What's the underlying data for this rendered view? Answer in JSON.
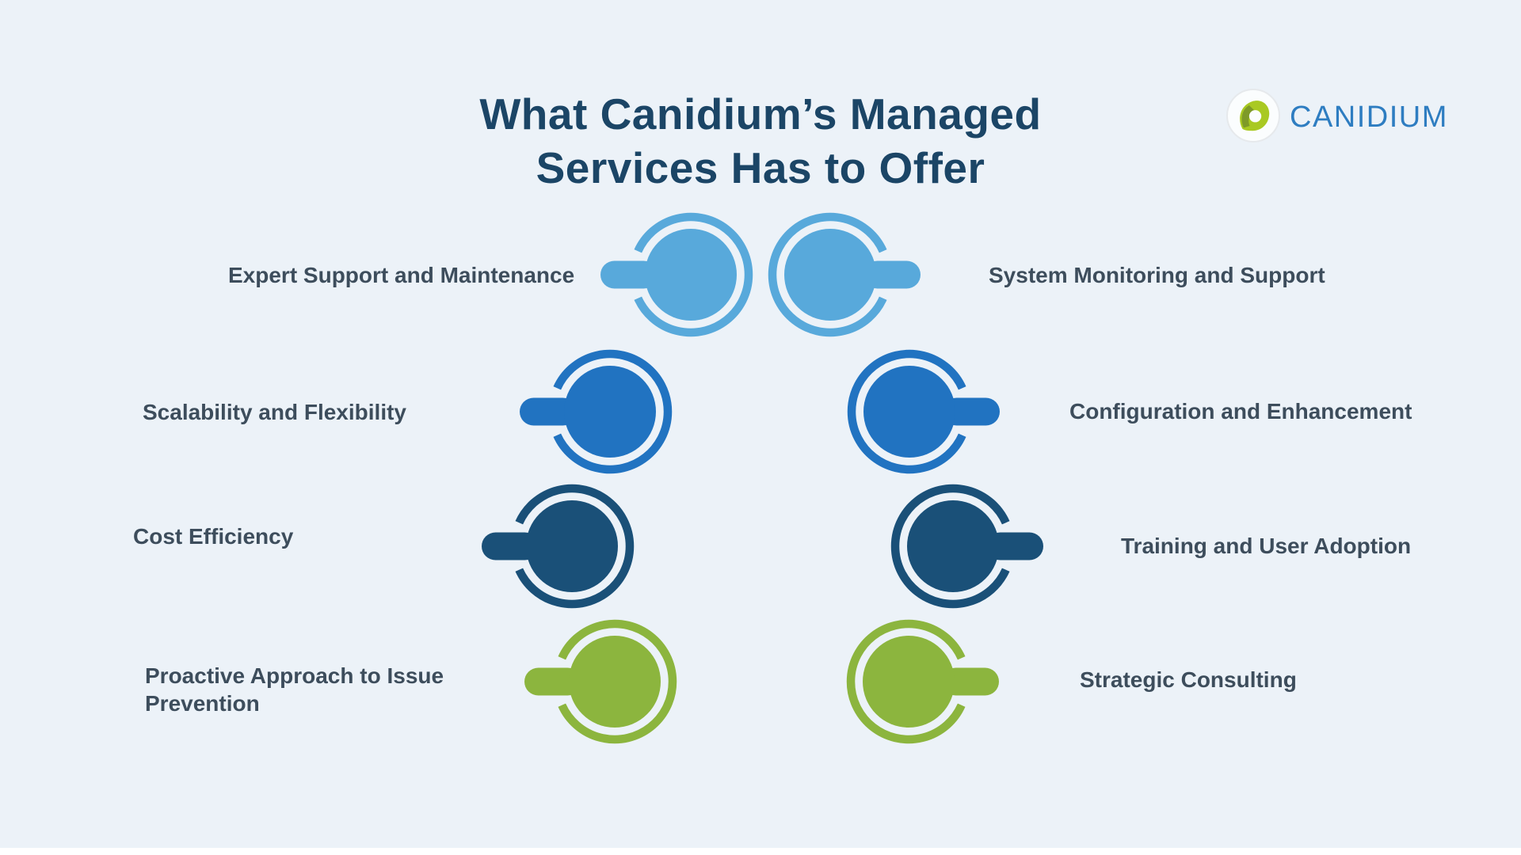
{
  "title": {
    "line1": "What Canidium’s Managed",
    "line2": "Services Has to Offer"
  },
  "brand": {
    "name": "CANIDIUM",
    "icon": "canidium-leaf-icon",
    "text_color": "#2E7DC1",
    "leaf_green": "#A9C922",
    "leaf_olive": "#7E9A28"
  },
  "colors": {
    "background": "#ECF2F8",
    "title": "#1B4566",
    "label": "#3D4D5C",
    "footer_strip": "#FFFFFF",
    "light_blue": "#58A9DB",
    "medium_blue": "#2173C1",
    "navy": "#1A5078",
    "green": "#8CB53E"
  },
  "services": {
    "left": [
      {
        "label": "Expert Support and Maintenance",
        "color": "#58A9DB"
      },
      {
        "label": "Scalability and Flexibility",
        "color": "#2173C1"
      },
      {
        "label": "Cost Efficiency",
        "color": "#1A5078"
      },
      {
        "label": "Proactive Approach to Issue Prevention",
        "color": "#8CB53E"
      }
    ],
    "right": [
      {
        "label": "System Monitoring and Support",
        "color": "#58A9DB"
      },
      {
        "label": "Configuration and Enhancement",
        "color": "#2173C1"
      },
      {
        "label": "Training and User Adoption",
        "color": "#1A5078"
      },
      {
        "label": "Strategic Consulting",
        "color": "#8CB53E"
      }
    ]
  }
}
